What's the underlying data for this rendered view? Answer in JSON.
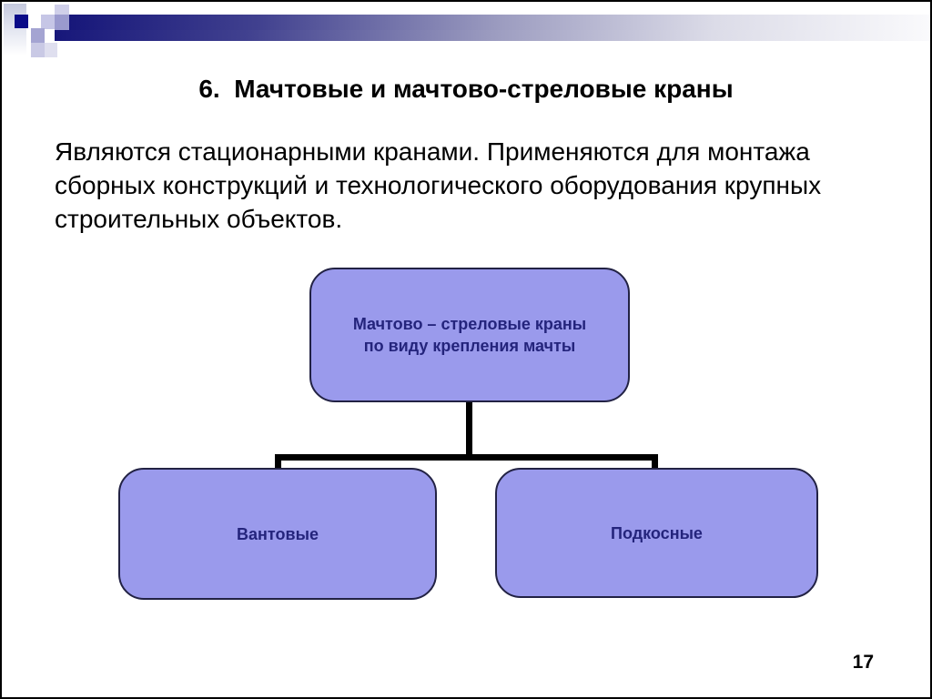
{
  "slide": {
    "title": "6.  Мачтовые и мачтово-стреловые краны",
    "body_lines": [
      "Являются стационарными кранами. Применяются для монтажа",
      "сборных конструкций и технологического оборудования крупных",
      "строительных объектов."
    ],
    "page_number": "17"
  },
  "diagram": {
    "root": {
      "line1": "Мачтово – стреловые краны",
      "line2": "по виду крепления мачты"
    },
    "children": [
      {
        "label": "Вантовые"
      },
      {
        "label": "Подкосные"
      }
    ]
  },
  "colors": {
    "node_fill": "#9a9aec",
    "node_border": "#222244",
    "node_text": "#24247c",
    "connector": "#000000",
    "bar_dark": "#17177a",
    "square_navy": "#0b0b88",
    "accent_lavender": "#a4a4d2"
  }
}
